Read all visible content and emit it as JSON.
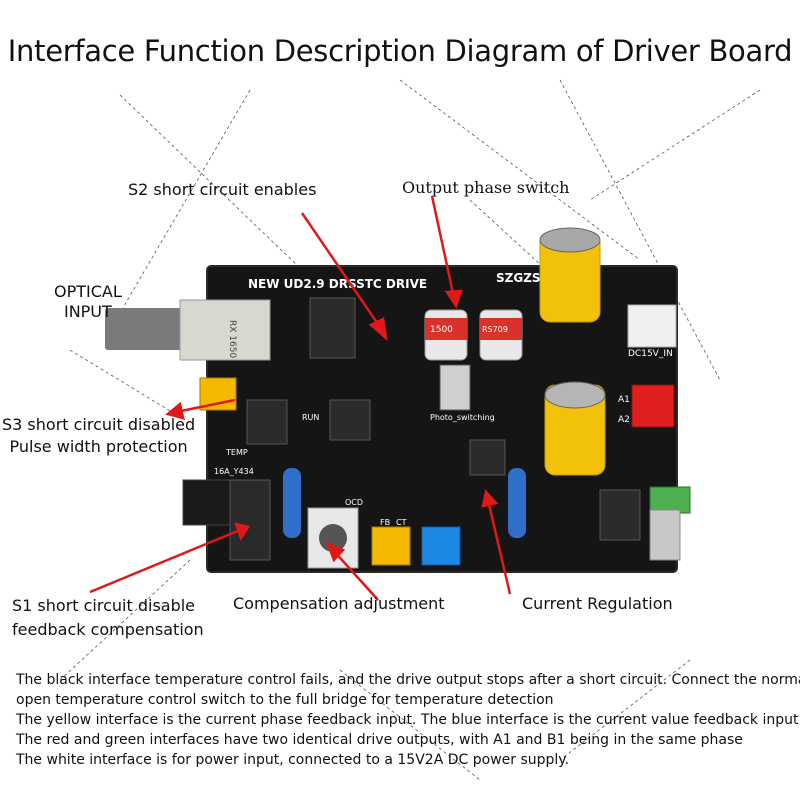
{
  "title": "Interface Function Description Diagram of Driver Board",
  "labels": {
    "s2": "S2 short circuit enables",
    "output_phase": "Output phase switch",
    "optical": [
      "OPTICAL",
      "INPUT"
    ],
    "s3": [
      "S3 short circuit disabled",
      "Pulse width protection"
    ],
    "s1": [
      "S1 short circuit disable",
      "feedback compensation"
    ],
    "compensation": "Compensation adjustment",
    "current_regulation": "Current Regulation"
  },
  "board_text": {
    "name": "NEW UD2.9 DRSSTC DRIVE",
    "brand": "SZGZS",
    "power_in": "DC15V_IN",
    "a1": "A1",
    "a2": "A2",
    "run": "RUN",
    "ocd": "OCD",
    "fb": "FB",
    "ct": "CT",
    "temp": "TEMP",
    "photo": "Photo_switching",
    "part": "16A_Y434",
    "cap1": "1500",
    "cap2": "RS709",
    "rx": "RX 1650"
  },
  "notes": [
    "The black interface temperature control fails, and the drive output stops after a short circuit. Connect the normally",
    "open temperature control switch to the full bridge for temperature detection",
    "The yellow interface is the current phase feedback input. The blue interface is the current value feedback input",
    "The red and green interfaces have two identical drive outputs, with A1 and B1 being in the same phase",
    "The white interface is for power input, connected to a 15V2A DC power supply."
  ],
  "colors": {
    "board": "#151515",
    "yellow_connector": "#f4b800",
    "blue_connector": "#1e88e5",
    "red_connector": "#e02020",
    "green_connector": "#4caf50",
    "arrow": "#e01818"
  }
}
